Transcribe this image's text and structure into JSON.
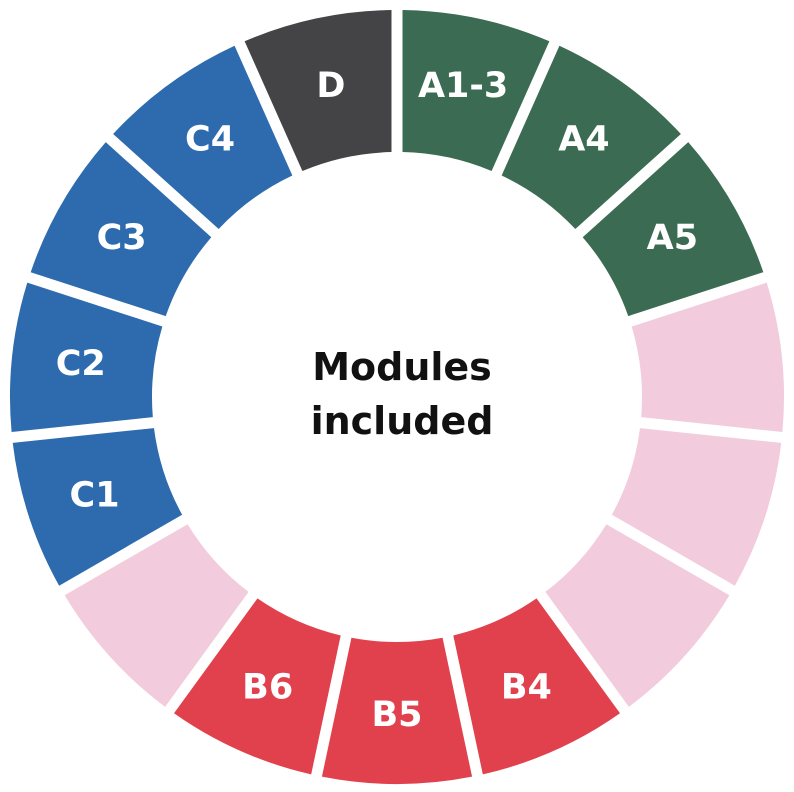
{
  "diagram": {
    "center_title": {
      "line1": "Modules",
      "line2": "included"
    },
    "colors": {
      "stage_a": "#3b6b52",
      "stage_b": "#e0414d",
      "stage_c": "#2e6bae",
      "stage_d": "#444446",
      "not_included": "#f2ccdc"
    },
    "segments": [
      {
        "label": "A1-3",
        "group": "A",
        "color": "#3b6b52",
        "included": true
      },
      {
        "label": "A4",
        "group": "A",
        "color": "#3b6b52",
        "included": true
      },
      {
        "label": "A5",
        "group": "A",
        "color": "#3b6b52",
        "included": true
      },
      {
        "label": "",
        "group": "",
        "color": "#f2ccdc",
        "included": false
      },
      {
        "label": "",
        "group": "",
        "color": "#f2ccdc",
        "included": false
      },
      {
        "label": "",
        "group": "",
        "color": "#f2ccdc",
        "included": false
      },
      {
        "label": "B4",
        "group": "B",
        "color": "#e0414d",
        "included": true
      },
      {
        "label": "B5",
        "group": "B",
        "color": "#e0414d",
        "included": true
      },
      {
        "label": "B6",
        "group": "B",
        "color": "#e0414d",
        "included": true
      },
      {
        "label": "",
        "group": "",
        "color": "#f2ccdc",
        "included": false
      },
      {
        "label": "C1",
        "group": "C",
        "color": "#2e6bae",
        "included": true
      },
      {
        "label": "C2",
        "group": "C",
        "color": "#2e6bae",
        "included": true
      },
      {
        "label": "C3",
        "group": "C",
        "color": "#2e6bae",
        "included": true
      },
      {
        "label": "C4",
        "group": "C",
        "color": "#2e6bae",
        "included": true
      },
      {
        "label": "D",
        "group": "D",
        "color": "#444446",
        "included": true
      }
    ]
  }
}
